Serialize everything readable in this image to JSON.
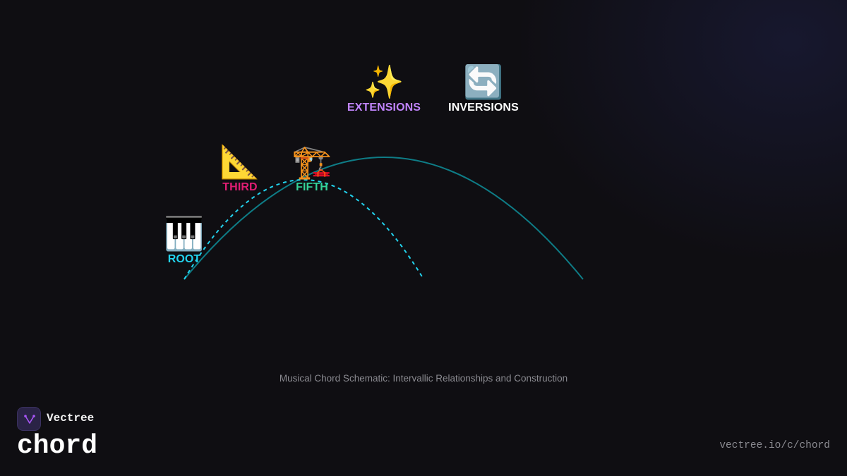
{
  "diagram": {
    "nodes": [
      {
        "id": "root",
        "emoji": "🎹",
        "label": "ROOT",
        "color": "#22d3ee"
      },
      {
        "id": "third",
        "emoji": "📐",
        "label": "THIRD",
        "color": "#e11d74"
      },
      {
        "id": "fifth",
        "emoji": "🏗️",
        "label": "FIFTH",
        "color": "#34d399"
      },
      {
        "id": "extensions",
        "emoji": "✨",
        "label": "EXTENSIONS",
        "color": "#c084fc"
      },
      {
        "id": "inversions",
        "emoji": "🔄",
        "label": "INVERSIONS",
        "color": "#ffffff"
      }
    ],
    "caption": "Musical Chord Schematic: Intervallic Relationships and Construction",
    "curve_colors": {
      "dashed": "#22d3ee",
      "solid": "#0e7c86"
    }
  },
  "brand": {
    "name": "Vectree",
    "title": "chord",
    "logo_color": "#a855f7"
  },
  "footer": {
    "url": "vectree.io/c/chord"
  }
}
